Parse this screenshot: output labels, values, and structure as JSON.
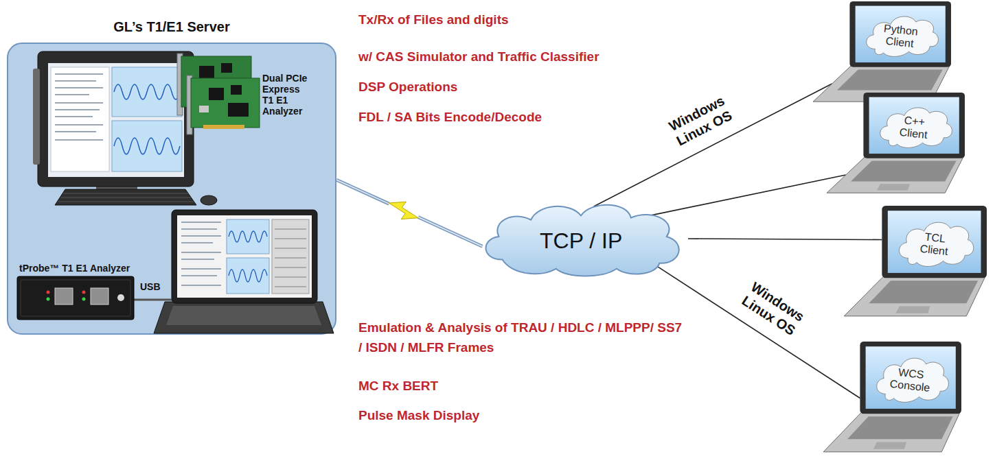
{
  "diagram": {
    "nodes": [
      {
        "text": [
          "GL’s T1/E1 Server"
        ]
      },
      {
        "text": [
          "TCP / IP"
        ]
      },
      {
        "text": [
          "Python Client"
        ]
      },
      {
        "text": [
          "C++ Client"
        ]
      },
      {
        "text": [
          "TCL Client"
        ]
      },
      {
        "text": [
          "WCS Console"
        ]
      }
    ],
    "edges": [
      {
        "from": 0,
        "to": 1,
        "arrow": "none"
      },
      {
        "from": 1,
        "to": 2,
        "arrow": "none",
        "label": "Windows Linux OS"
      },
      {
        "from": 1,
        "to": 3,
        "arrow": "none"
      },
      {
        "from": 1,
        "to": 4,
        "arrow": "none"
      },
      {
        "from": 1,
        "to": 5,
        "arrow": "none",
        "label": "Windows Linux OS"
      }
    ],
    "labels": [
      "Dual PCIe Express T1 E1 Analyzer",
      "tProbe™ T1 E1 Analyzer",
      "USB",
      "Tx/Rx of Files and digits",
      "w/ CAS Simulator and Traffic Classifier",
      "DSP Operations",
      "FDL / SA Bits Encode/Decode",
      "Emulation & Analysis of TRAU / HDLC / MLPPP/ SS7 / ISDN / MLFR Frames",
      "MC Rx BERT",
      "Pulse Mask Display"
    ]
  }
}
